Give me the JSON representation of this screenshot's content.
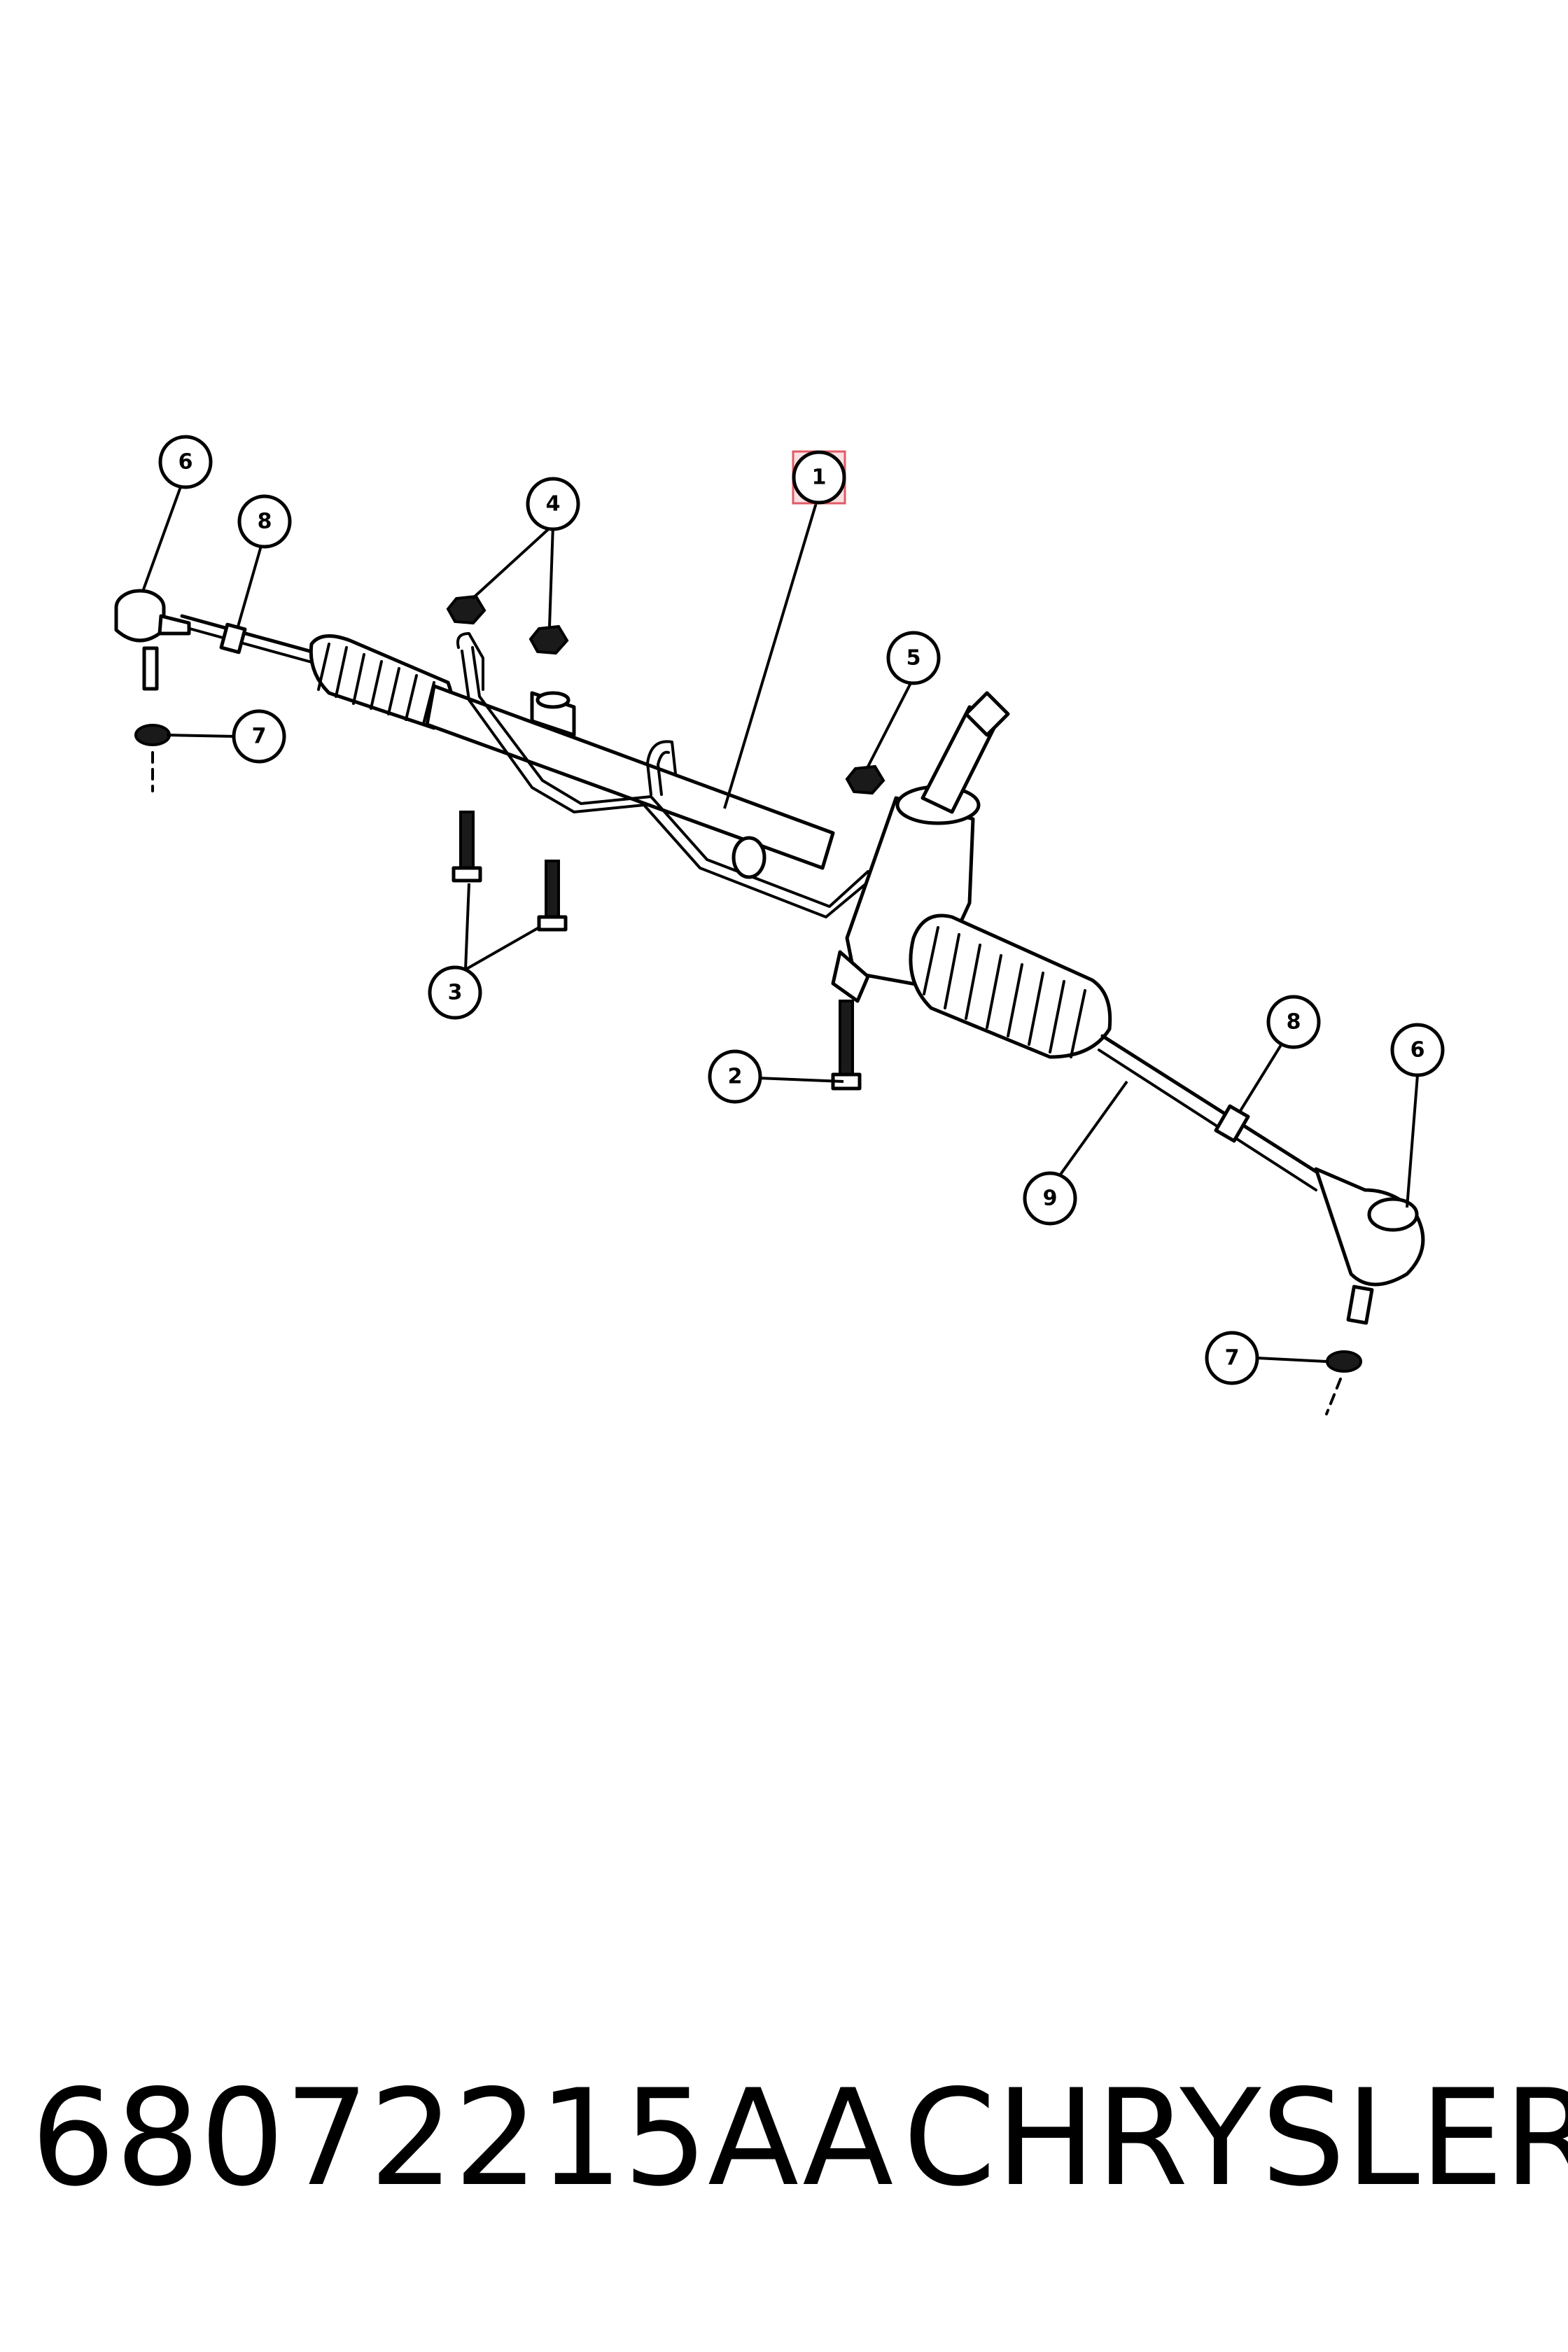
{
  "diagram": {
    "callouts": [
      "1",
      "2",
      "3",
      "4",
      "5",
      "6",
      "7",
      "8",
      "9"
    ],
    "highlight_color": "#f4a3aa"
  },
  "caption": {
    "part_number": "68072215AA",
    "brand": "CHRYSLER"
  }
}
